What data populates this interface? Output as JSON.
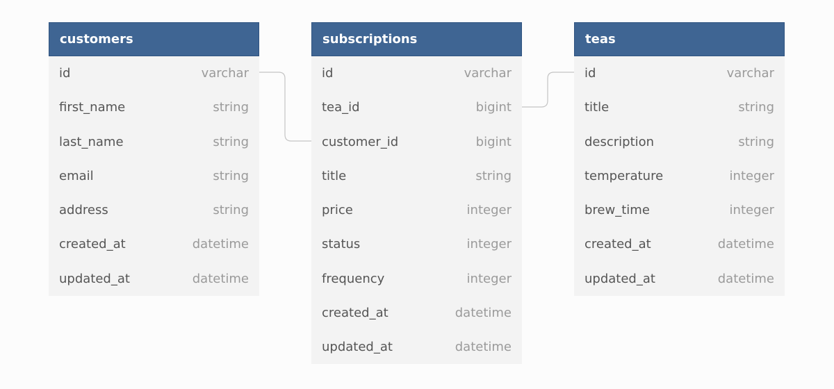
{
  "tables": [
    {
      "name": "customers",
      "fields": [
        {
          "name": "id",
          "type": "varchar"
        },
        {
          "name": "first_name",
          "type": "string"
        },
        {
          "name": "last_name",
          "type": "string"
        },
        {
          "name": "email",
          "type": "string"
        },
        {
          "name": "address",
          "type": "string"
        },
        {
          "name": "created_at",
          "type": "datetime"
        },
        {
          "name": "updated_at",
          "type": "datetime"
        }
      ]
    },
    {
      "name": "subscriptions",
      "fields": [
        {
          "name": "id",
          "type": "varchar"
        },
        {
          "name": "tea_id",
          "type": "bigint"
        },
        {
          "name": "customer_id",
          "type": "bigint"
        },
        {
          "name": "title",
          "type": "string"
        },
        {
          "name": "price",
          "type": "integer"
        },
        {
          "name": "status",
          "type": "integer"
        },
        {
          "name": "frequency",
          "type": "integer"
        },
        {
          "name": "created_at",
          "type": "datetime"
        },
        {
          "name": "updated_at",
          "type": "datetime"
        }
      ]
    },
    {
      "name": "teas",
      "fields": [
        {
          "name": "id",
          "type": "varchar"
        },
        {
          "name": "title",
          "type": "string"
        },
        {
          "name": "description",
          "type": "string"
        },
        {
          "name": "temperature",
          "type": "integer"
        },
        {
          "name": "brew_time",
          "type": "integer"
        },
        {
          "name": "created_at",
          "type": "datetime"
        },
        {
          "name": "updated_at",
          "type": "datetime"
        }
      ]
    }
  ],
  "relationships": [
    {
      "from": "customers.id",
      "to": "subscriptions.customer_id"
    },
    {
      "from": "teas.id",
      "to": "subscriptions.tea_id"
    }
  ]
}
